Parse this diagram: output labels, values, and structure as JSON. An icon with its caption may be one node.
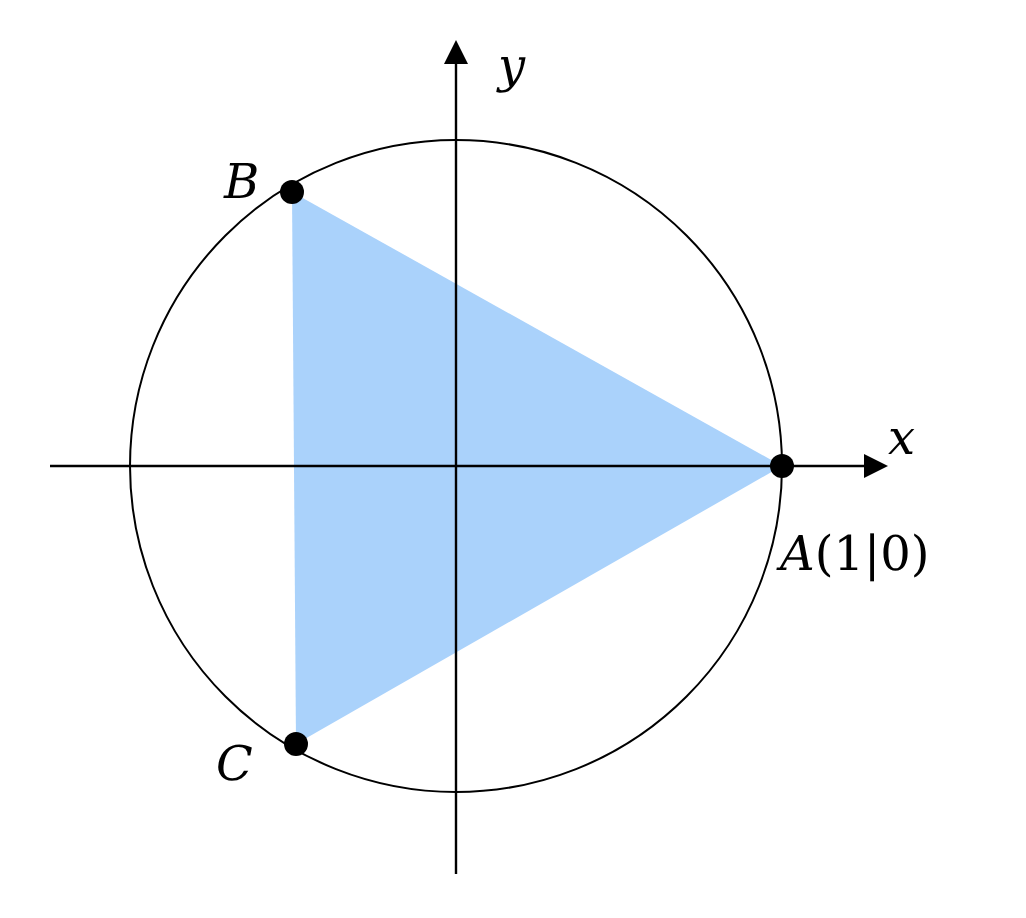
{
  "diagram": {
    "labels": [
      "*y*",
      "*B*",
      "*x*",
      "*A*(1|0)",
      "*C*"
    ]
  }
}
